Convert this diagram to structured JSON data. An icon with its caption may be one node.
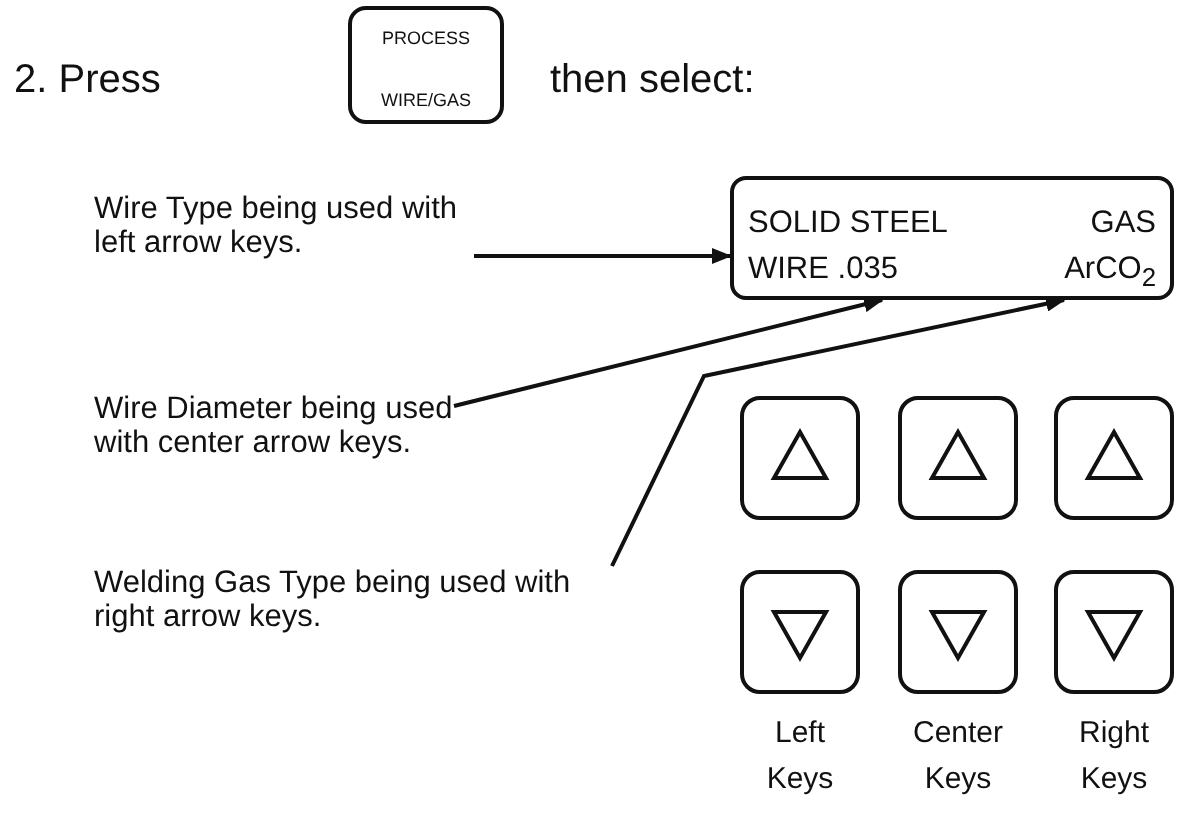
{
  "diagram": {
    "nodes": [
      {
        "text": [
          "Wire Type being used with left arrow keys."
        ]
      },
      {
        "text": [
          "Wire Diameter being used with center arrow keys."
        ]
      },
      {
        "text": [
          "Welding Gas Type being used with right arrow keys."
        ]
      },
      {
        "text": [
          "SOLID STEEL",
          "GAS",
          "WIRE .035",
          "ArCO$_{2}$"
        ]
      },
      {
        "text": [
          "PROCESS",
          "WIRE/GAS"
        ]
      }
    ],
    "edges": [
      {
        "from": 0,
        "to": 3,
        "arrow": "to"
      },
      {
        "from": 1,
        "to": 3,
        "arrow": "to"
      },
      {
        "from": 2,
        "to": 3,
        "arrow": "to"
      }
    ],
    "labels": [
      "2. Press",
      "then select:",
      "Left Keys",
      "Center Keys",
      "Right Keys"
    ]
  }
}
